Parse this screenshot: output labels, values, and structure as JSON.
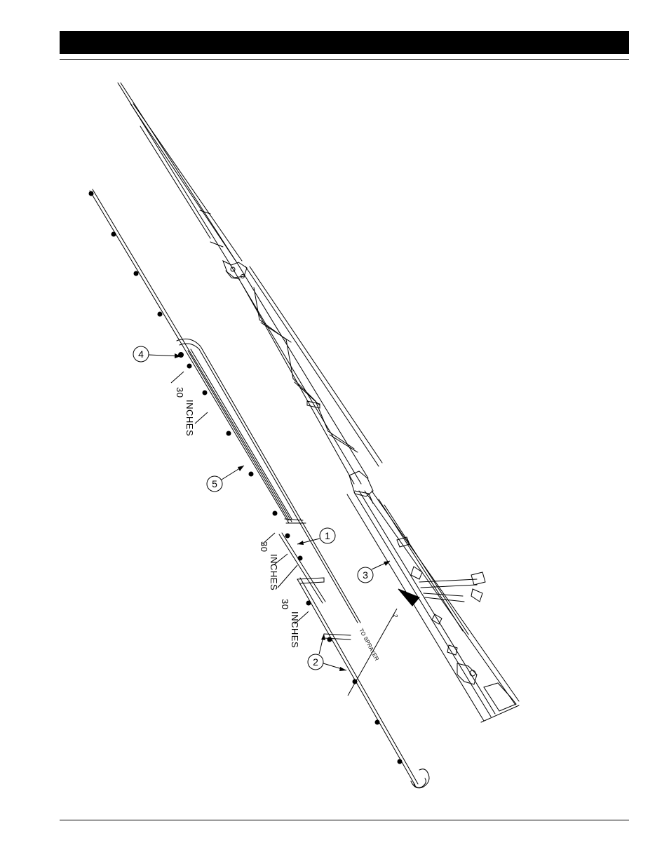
{
  "callouts": [
    {
      "number": "1"
    },
    {
      "number": "2"
    },
    {
      "number": "3"
    },
    {
      "number": "4"
    },
    {
      "number": "5"
    }
  ],
  "dimensions": [
    {
      "value": "30",
      "unit": "INCHES"
    },
    {
      "value": "30",
      "unit": "INCHES"
    },
    {
      "value": "30",
      "unit": "INCHES"
    }
  ],
  "notes": {
    "to_sprayer": "TO SPRAYER",
    "small_mark": "2"
  }
}
